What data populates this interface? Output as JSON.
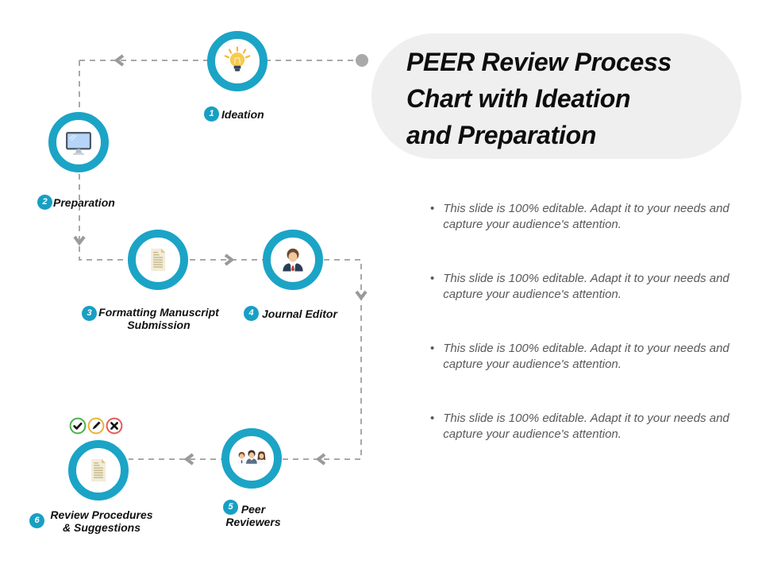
{
  "title_lines": [
    "PEER Review Process",
    "Chart with Ideation",
    "and Preparation"
  ],
  "steps": [
    {
      "number": "1",
      "label": "Ideation",
      "icon": "lightbulb-icon"
    },
    {
      "number": "2",
      "label": "Preparation",
      "icon": "monitor-icon"
    },
    {
      "number": "3",
      "label": "Formatting Manuscript\nSubmission",
      "icon": "document-icon"
    },
    {
      "number": "4",
      "label": "Journal Editor",
      "icon": "person-icon"
    },
    {
      "number": "5",
      "label": "Peer\nReviewers",
      "icon": "people-icon"
    },
    {
      "number": "6",
      "label": "Review Procedures\n& Suggestions",
      "icon": "document-icon"
    }
  ],
  "review_status_icons": [
    "check-icon",
    "pencil-icon",
    "cross-icon"
  ],
  "bullets": [
    "This slide is 100% editable. Adapt it to your needs and capture your audience's attention.",
    "This slide is 100% editable. Adapt it to your needs and capture your audience's attention.",
    "This slide is 100% editable. Adapt it to your needs and capture your audience's attention.",
    "This slide is 100% editable. Adapt it to your needs and capture your audience's attention."
  ],
  "bullet_marker": "•",
  "colors": {
    "accent_teal": "#1ba4c6",
    "connector_gray": "#a9a9a9",
    "title_bubble_bg": "#efefef",
    "bullet_text": "#595959",
    "status_green": "#4db04a",
    "status_amber": "#e8b33a",
    "status_red": "#e25b5b"
  }
}
